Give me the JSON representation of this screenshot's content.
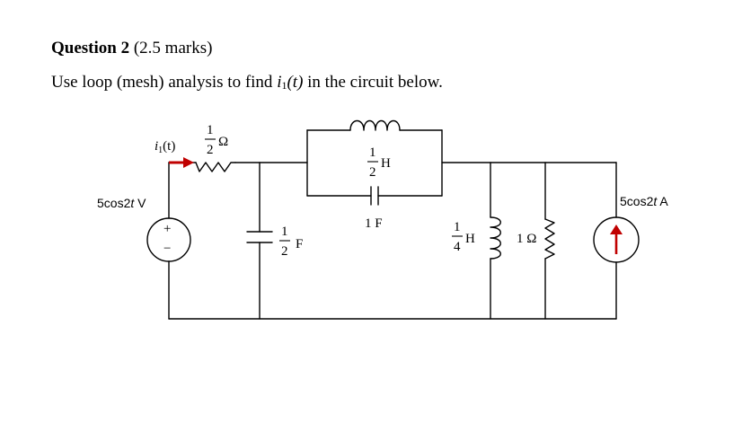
{
  "question": {
    "title": "Question 2",
    "marks": "(2.5 marks)",
    "text_before": "Use loop (mesh) analysis to find ",
    "var_i": "i",
    "var_sub": "1",
    "var_t": "(t)",
    "text_after": " in the circuit below."
  },
  "circuit": {
    "current_label_i": "i",
    "current_label_sub": "1",
    "current_label_t": "(t)",
    "resistor_1": {
      "num": "1",
      "den": "2",
      "unit": "Ω"
    },
    "voltage_source": {
      "label": "5cos2t V",
      "value": "5cos2",
      "var": "t",
      "unit": " V",
      "plus": "+",
      "minus": "−"
    },
    "capacitor_1": {
      "num": "1",
      "den": "2",
      "unit": "F"
    },
    "inductor_top": {
      "num": "1",
      "den": "2",
      "unit": "H"
    },
    "capacitor_2": {
      "value": "1 F"
    },
    "inductor_right": {
      "num": "1",
      "den": "4",
      "unit": "H"
    },
    "resistor_2": {
      "value": "1 Ω"
    },
    "current_source": {
      "label": "5cos2t A",
      "value": "5cos2",
      "var": "t",
      "unit": " A"
    }
  },
  "colors": {
    "arrow": "#c00000",
    "wire": "#000000"
  }
}
